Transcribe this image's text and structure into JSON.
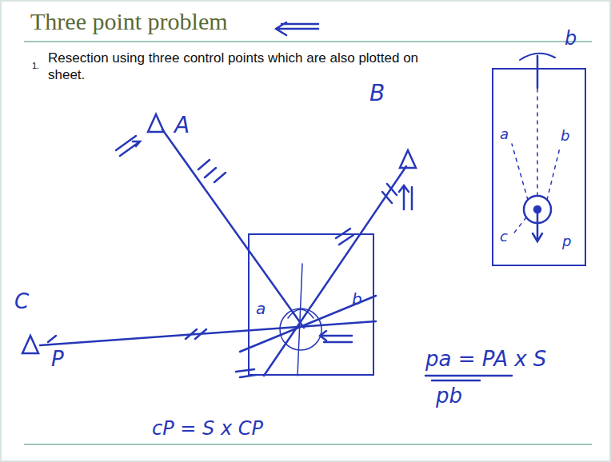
{
  "diagram": {
    "title": "Three point problem",
    "nodes": [
      {
        "text": [
          "a",
          "b"
        ]
      },
      {
        "text": [
          "a",
          "b",
          "c",
          "p"
        ]
      }
    ],
    "labels": [
      "1.",
      "Resection using three control points which are also plotted on sheet.",
      "B",
      "A",
      "C",
      "P",
      "b",
      "pa = PA x S",
      "pb",
      "cP = S x CP"
    ]
  }
}
